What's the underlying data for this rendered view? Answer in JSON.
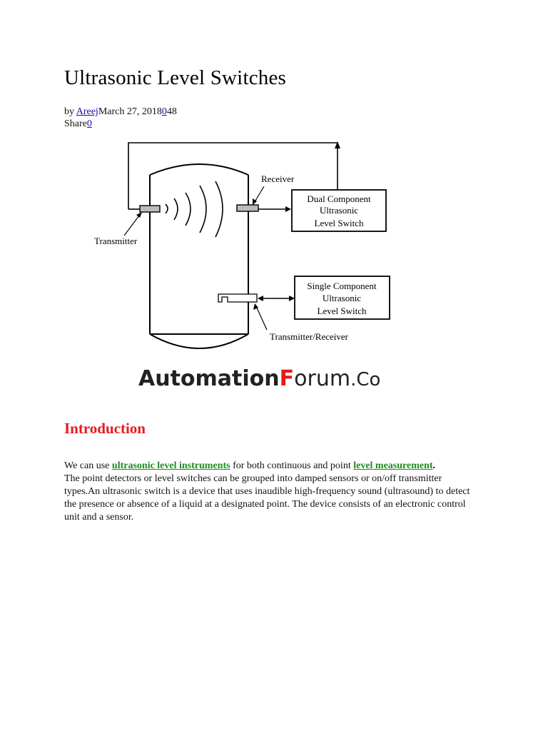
{
  "article": {
    "title": "Ultrasonic Level Switches",
    "byline": {
      "prefix": "by ",
      "author": "Areej",
      "date": "March 27, 2018",
      "comments": "0",
      "views": "48"
    },
    "share": {
      "label": "Share",
      "count": "0"
    }
  },
  "figure": {
    "labels": {
      "receiver": "Receiver",
      "transmitter": "Transmitter",
      "transmitter_receiver": "Transmitter/Receiver",
      "dual_line1": "Dual Component",
      "dual_line2": "Ultrasonic",
      "dual_line3": "Level Switch",
      "single_line1": "Single Component",
      "single_line2": "Ultrasonic",
      "single_line3": "Level Switch"
    },
    "logo": {
      "part1": "Automation",
      "part2": "F",
      "part3": "orum",
      "part4": ".Co"
    },
    "colors": {
      "logo_dark": "#222222",
      "logo_accent": "#e8191d",
      "line": "#000000"
    }
  },
  "intro": {
    "heading": "Introduction",
    "text1": "We can use ",
    "link1": "ultrasonic level instruments",
    "text2": " for both continuous and point ",
    "link2": "level measurement",
    "text3": ".",
    "text4": "The point detectors or level switches can be grouped into damped sensors or on/off transmitter types.An ultrasonic switch is a device that uses inaudible high-frequency sound (ultrasound) to detect the presence or absence of a liquid at a designated point. The device consists of an electronic control unit and a sensor.",
    "colors": {
      "heading": "#e8191d",
      "link": "#1e8c1e"
    }
  }
}
